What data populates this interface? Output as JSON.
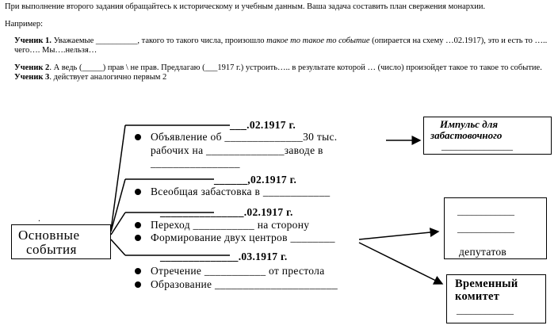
{
  "intro": {
    "line1": "При выполнение второго задания обращайтесь к историческому и учебным данным. Ваша задача составить план свержения монархии.",
    "example": "Например:",
    "s1_label": "Ученик 1.",
    "s1_a": "Уважаемые __________, такого то такого  числа, произошло",
    "s1_italic": "такое то такое то событие",
    "s1_b": "(опирается на схему  …02.1917), это и есть то …..",
    "s1_line2": "чего…. Мы….нельзя…",
    "s2_label": "Ученик 2",
    "s2_text": ". А ведь (_____) прав \\ не прав. Предлагаю (___1917 г.) устроить….. в результате которой … (число) произойдет такое то такое то событие.",
    "s3_label": "Ученик 3",
    "s3_text": ".      действует аналогично первым 2"
  },
  "diagram": {
    "main_box": [
      "Основные",
      "события"
    ],
    "dot_mark": ".",
    "group1": {
      "date": "___.02.1917 г.",
      "line1": "Объявление об ______________30 тыс.",
      "line2": "рабочих на ______________заводе в",
      "line3": "________________"
    },
    "group2": {
      "date": "______,02.1917 г.",
      "line1": "Всеобщая забастовка в ____________"
    },
    "group3": {
      "date": "_______________.02.1917 г.",
      "line1": "Переход ___________ на сторону",
      "line2": "Формирование двух центров ________"
    },
    "group4": {
      "date": "______________.03.1917 г.",
      "line1": "Отречение ___________ от престола",
      "line2": "Образование ______________________"
    },
    "impulse_box": [
      "Импульс для",
      "забастовочного",
      "_______________"
    ],
    "deputies_box": [
      "____________",
      "____________",
      "депутатов"
    ],
    "committee_box": [
      "Временный",
      "комитет",
      "____________"
    ]
  }
}
